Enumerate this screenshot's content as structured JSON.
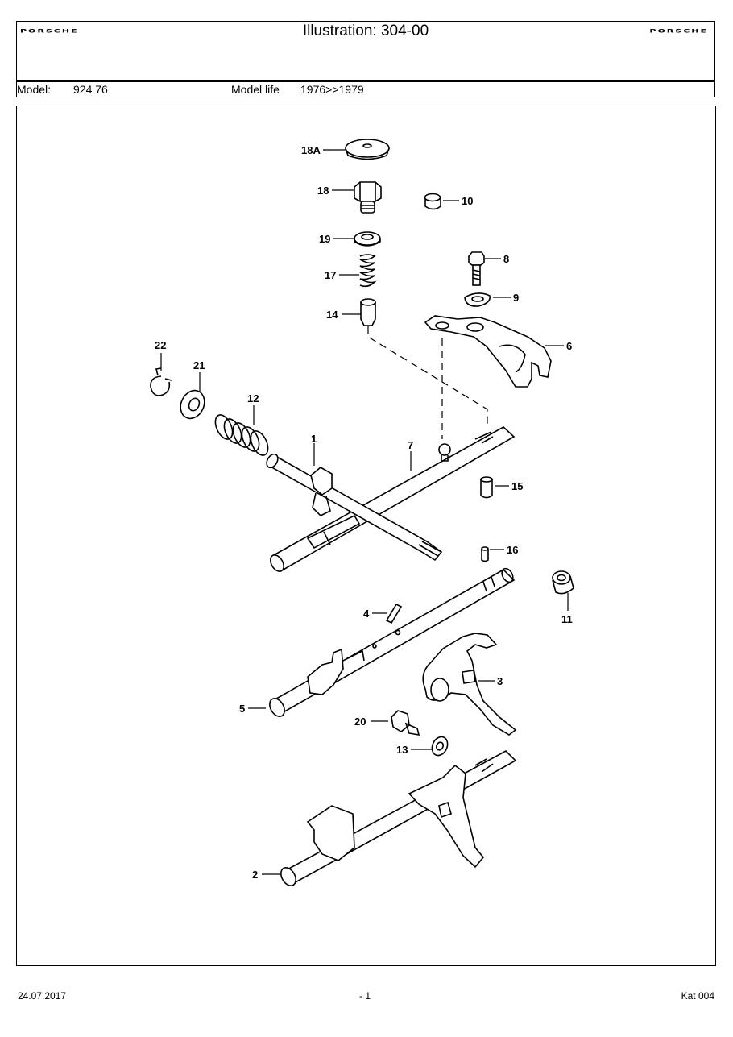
{
  "header": {
    "brand_left": "PORSCHE",
    "brand_right": "PORSCHE",
    "title": "Illustration: 304-00",
    "model_label": "Model:",
    "model_value": "924 76",
    "life_label": "Model life",
    "life_value": "1976>>1979"
  },
  "callouts": {
    "c1": "1",
    "c2": "2",
    "c3": "3",
    "c4": "4",
    "c5": "5",
    "c6": "6",
    "c7": "7",
    "c8": "8",
    "c9": "9",
    "c10": "10",
    "c11": "11",
    "c12": "12",
    "c13": "13",
    "c14": "14",
    "c15": "15",
    "c16": "16",
    "c17": "17",
    "c18": "18",
    "c18a": "18A",
    "c19": "19",
    "c20": "20",
    "c21": "21",
    "c22": "22"
  },
  "footer": {
    "date": "24.07.2017",
    "page": "- 1",
    "catalog": "Kat 004"
  }
}
